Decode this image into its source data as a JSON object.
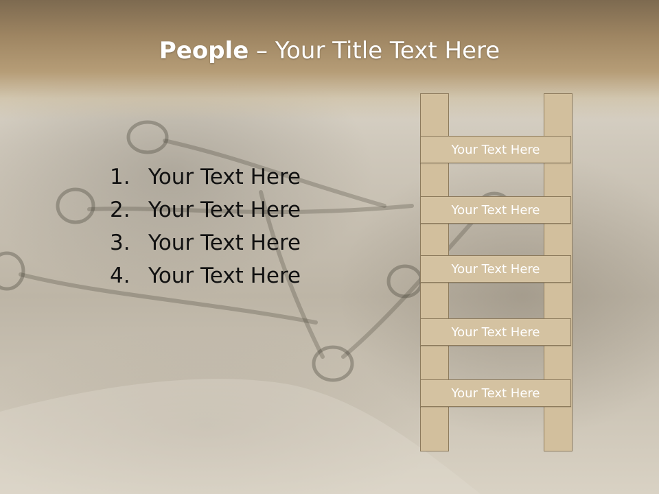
{
  "slide": {
    "title_bold": "People",
    "title_rest": " – Your Title Text Here",
    "list": [
      {
        "num": "1.",
        "text": "Your Text Here"
      },
      {
        "num": "2.",
        "text": "Your Text Here"
      },
      {
        "num": "3.",
        "text": "Your Text Here"
      },
      {
        "num": "4.",
        "text": "Your Text Here"
      }
    ],
    "ladder_rungs": [
      "Your Text Here",
      "Your Text Here",
      "Your Text Here",
      "Your Text Here",
      "Your Text Here"
    ]
  },
  "colors": {
    "header": "#9e8562",
    "ladder_fill": "#d2bf9d",
    "ladder_border": "#8c7a5c",
    "title_text": "#ffffff",
    "body_text": "#111111"
  },
  "background_image": "worn-leather-boot-photo"
}
